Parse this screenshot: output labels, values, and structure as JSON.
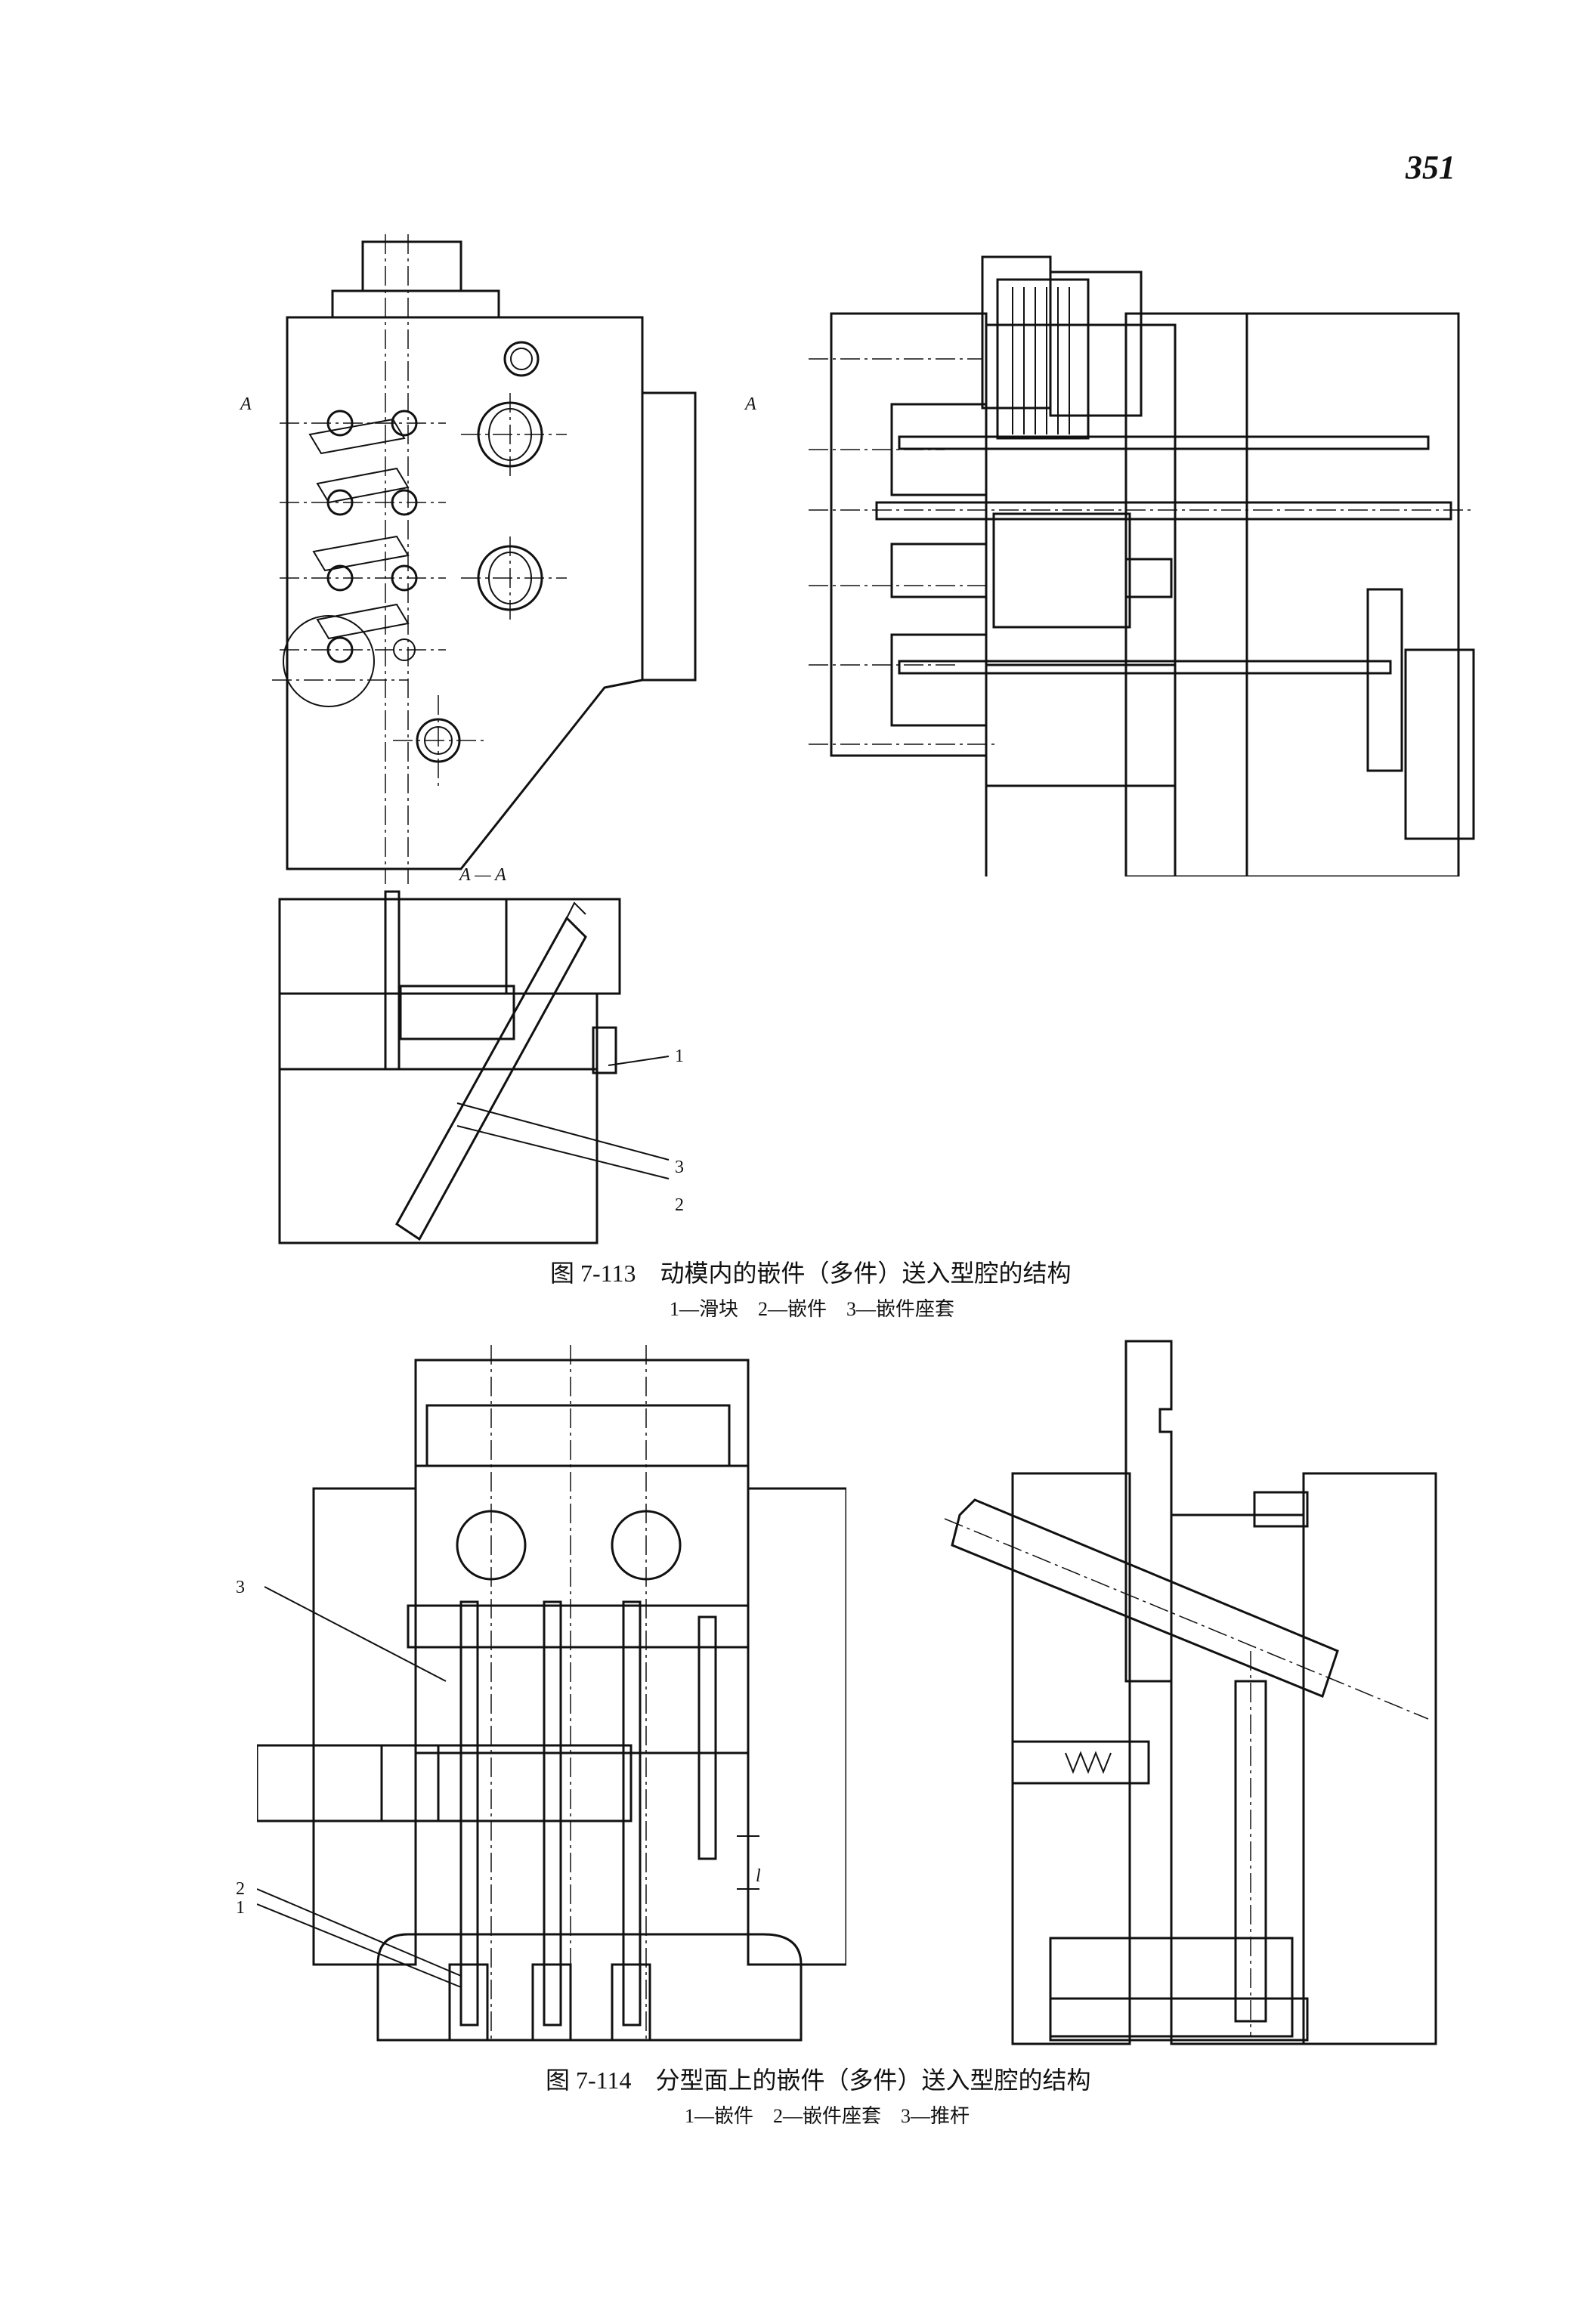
{
  "page_number": "351",
  "fig113": {
    "section_label": "A — A",
    "section_mark_left": "A",
    "section_mark_right": "A",
    "callouts": [
      "1",
      "3",
      "2"
    ],
    "caption": "图 7-113　动模内的嵌件（多件）送入型腔的结构",
    "legend": "1—滑块　2—嵌件　3—嵌件座套"
  },
  "fig114": {
    "callouts": [
      "3",
      "2",
      "1"
    ],
    "dim_label": "l",
    "caption": "图 7-114　分型面上的嵌件（多件）送入型腔的结构",
    "legend": "1—嵌件　2—嵌件座套　3—推杆"
  }
}
